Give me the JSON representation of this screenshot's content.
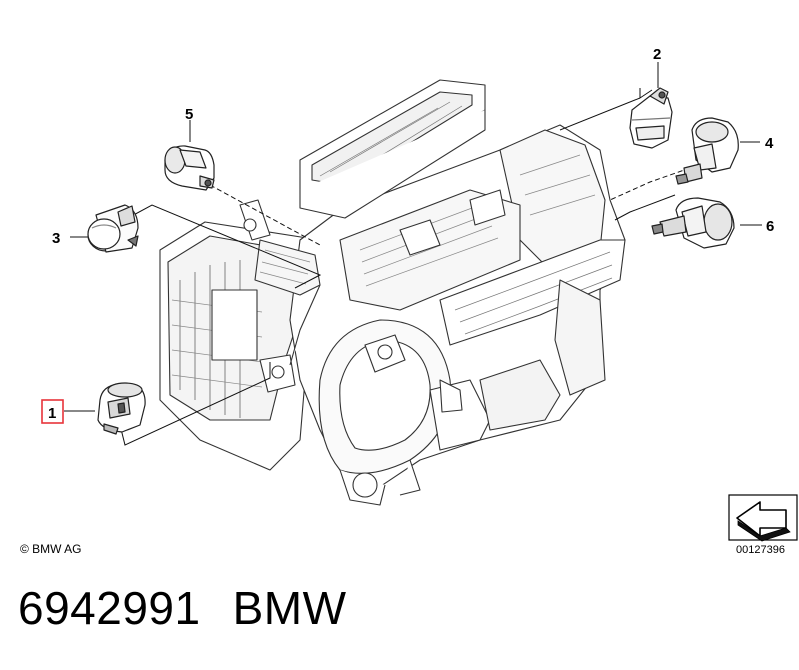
{
  "callouts": {
    "c1": "1",
    "c2": "2",
    "c3": "3",
    "c4": "4",
    "c5": "5",
    "c6": "6"
  },
  "copyright": "© BMW AG",
  "reference_number": "00127396",
  "part_number": "6942991",
  "brand": "BMW",
  "highlight_color": "#e8333a"
}
